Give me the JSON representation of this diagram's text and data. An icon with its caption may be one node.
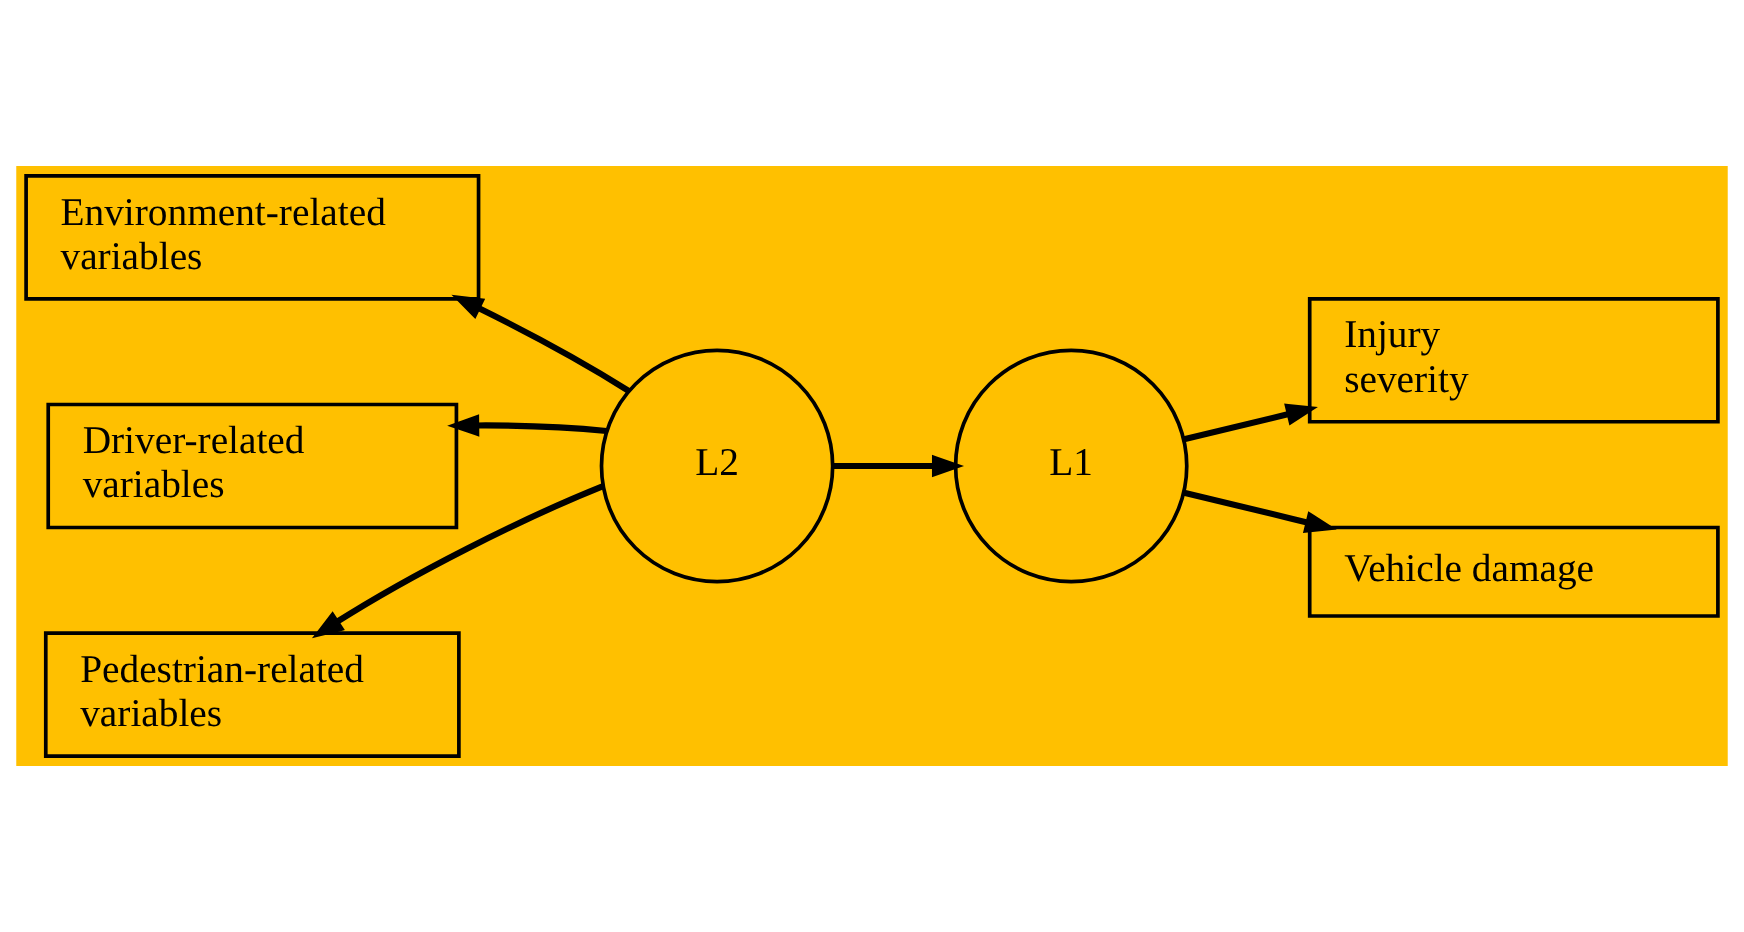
{
  "diagram": {
    "nodes": [
      {
        "text": [
          "Environment-related variables"
        ]
      },
      {
        "text": [
          "Driver-related variables"
        ]
      },
      {
        "text": [
          "Pedestrian-related variables"
        ]
      },
      {
        "text": [
          "L2"
        ]
      },
      {
        "text": [
          "L1"
        ]
      },
      {
        "text": [
          "Injury severity"
        ]
      },
      {
        "text": [
          "Vehicle damage"
        ]
      }
    ],
    "edges": [
      {
        "from": 3,
        "to": 0,
        "arrow": "to"
      },
      {
        "from": 3,
        "to": 1,
        "arrow": "to"
      },
      {
        "from": 3,
        "to": 2,
        "arrow": "to"
      },
      {
        "from": 3,
        "to": 4,
        "arrow": "to"
      },
      {
        "from": 4,
        "to": 5,
        "arrow": "to"
      },
      {
        "from": 4,
        "to": 6,
        "arrow": "to"
      }
    ]
  }
}
